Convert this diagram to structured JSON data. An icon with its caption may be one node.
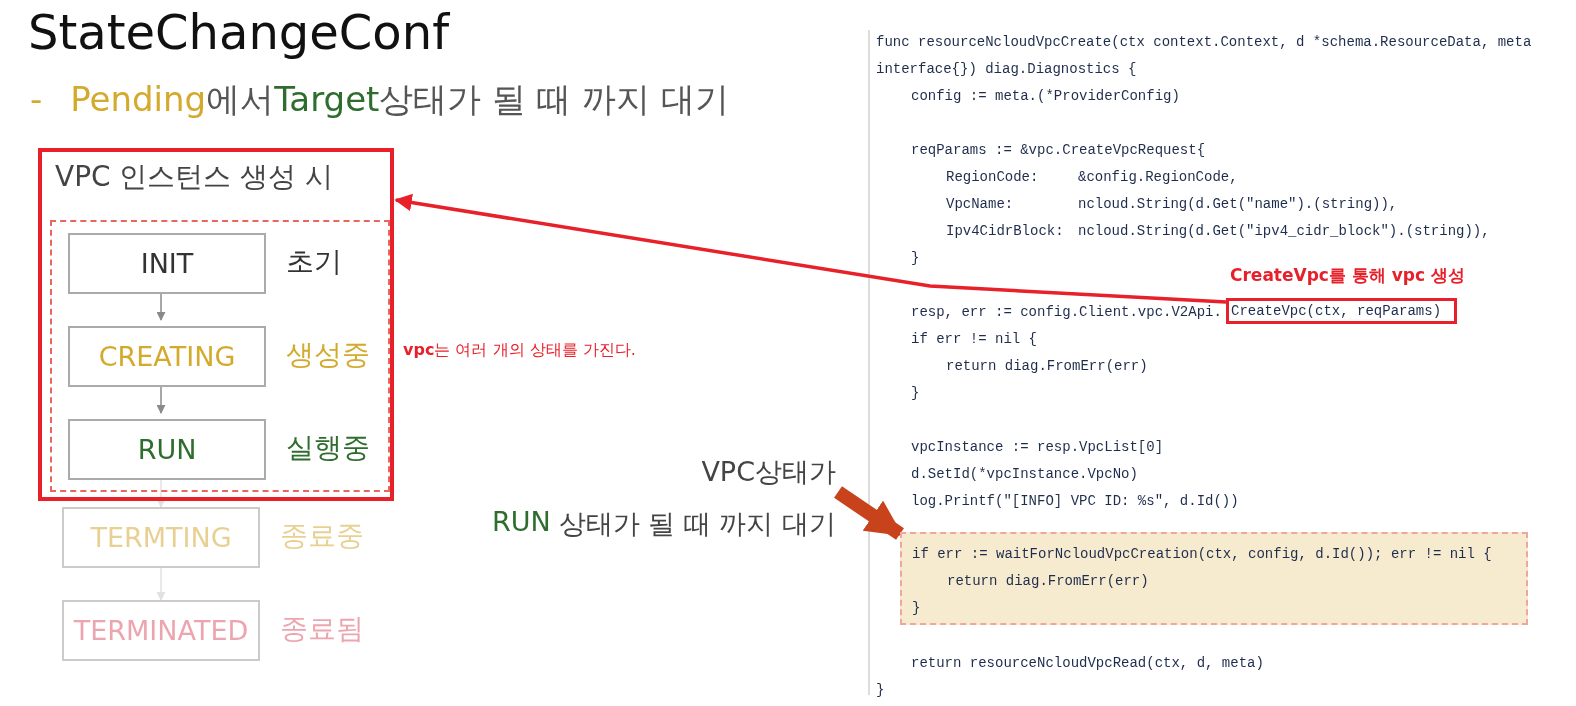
{
  "diagram": {
    "title": "StateChangeConf",
    "nodes": [
      {
        "text": [
          "VPC 인스턴스 생성 시"
        ]
      },
      {
        "text": [],
        "shape": "box",
        "in": 0
      },
      {
        "text": [
          "INIT"
        ],
        "beside": [
          "초기"
        ],
        "in": 1
      },
      {
        "text": [
          "CREATING"
        ],
        "beside": [
          "생성중"
        ],
        "in": 1
      },
      {
        "text": [
          "RUN"
        ],
        "beside": [
          "실행중"
        ],
        "in": 1
      },
      {
        "text": [
          "TERMTING"
        ],
        "beside": [
          "종료중"
        ]
      },
      {
        "text": [
          "TERMINATED"
        ],
        "beside": [
          "종료됨"
        ]
      },
      {
        "text": [
          "CreateVpc(ctx, reqParams)"
        ],
        "beside": [
          "**CreateVpc**를 통해 **vpc** 생성"
        ]
      },
      {
        "text": [
          "if err := waitForNcloudVpcCreation(ctx, config, d.Id()); err != nil {",
          "return diag.FromErr(err)",
          "}"
        ]
      },
      {
        "text": [
          "VPC상태가",
          "RUN",
          "상태가 될 때 까지 대기"
        ]
      }
    ],
    "edges": [
      {
        "from": 2,
        "to": 3,
        "arrow": "to"
      },
      {
        "from": 3,
        "to": 4,
        "arrow": "to"
      },
      {
        "from": 4,
        "to": 5,
        "arrow": "to"
      },
      {
        "from": 5,
        "to": 6,
        "arrow": "to"
      },
      {
        "from": 7,
        "to": 0,
        "arrow": "to",
        "color": "#e8202a"
      },
      {
        "from": 9,
        "to": 8,
        "arrow": "to",
        "style": "thick",
        "color": "#c8421c"
      }
    ],
    "labels": [
      "-",
      "Pending",
      "에서",
      "Target",
      "상태가 될 때 까지 대기",
      "**vpc**는 여러 개의 상태를 가진다.",
      "func resourceNcloudVpcCreate(ctx context.Context, d *schema.ResourceData, meta",
      "interface{}) diag.Diagnostics {",
      "config := meta.(*ProviderConfig)",
      "reqParams := &vpc.CreateVpcRequest{",
      "RegionCode:",
      "&config.RegionCode,",
      "VpcName:",
      "ncloud.String(d.Get(\"name\").(string)),",
      "Ipv4CidrBlock:",
      "ncloud.String(d.Get(\"ipv4_cidr_block\").(string)),",
      "}",
      "resp, err := config.Client.vpc.V2Api.",
      "if err != nil {",
      "return diag.FromErr(err)",
      "}",
      "vpcInstance := resp.VpcList[0]",
      "d.SetId(*vpcInstance.VpcNo)",
      "log.Printf(\"[INFO] VPC ID: %s\", d.Id())",
      "return resourceNcloudVpcRead(ctx, d, meta)",
      "}"
    ]
  }
}
